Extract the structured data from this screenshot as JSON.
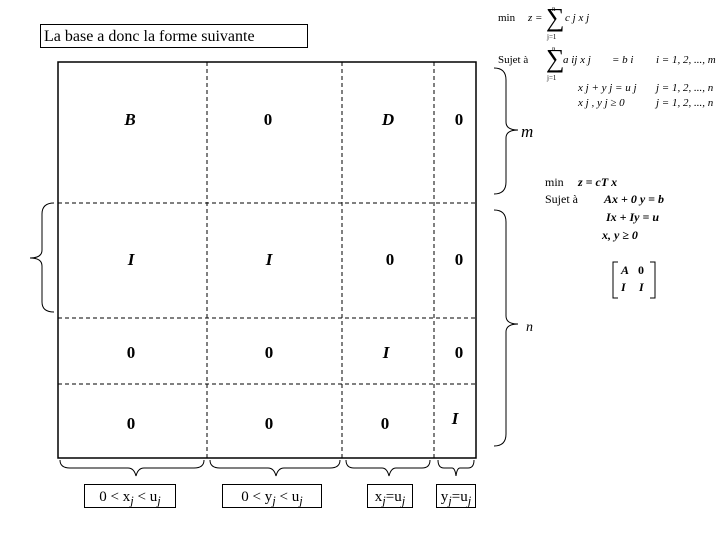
{
  "title": "La base a donc la forme suivante",
  "matrix": {
    "rows": [
      [
        "B",
        "0",
        "D",
        "0"
      ],
      [
        "I",
        "I",
        "0",
        "0"
      ],
      [
        "0",
        "0",
        "I",
        "0"
      ],
      [
        "0",
        "0",
        "0",
        "I"
      ]
    ]
  },
  "brace_labels": {
    "m": "m",
    "n": "n"
  },
  "bottom_labels": {
    "c1": {
      "pre": "0 < x",
      "sub1": "j",
      "mid": " < u",
      "sub2": "j"
    },
    "c2": {
      "pre": "0 < y",
      "sub1": "j",
      "mid": " < u",
      "sub2": "j"
    },
    "c3": {
      "pre": "x",
      "sub1": "j",
      "mid": "=u",
      "sub2": "j"
    },
    "c4": {
      "pre": "y",
      "sub1": "j",
      "mid": "=u",
      "sub2": "j"
    }
  },
  "formula_top": {
    "min": "min",
    "z_eq": "z =",
    "sum_symbol": "∑",
    "sum_upper": "n",
    "sum_lower": "j=1",
    "obj_term": "c j x j",
    "subject": "Sujet à",
    "c1_term": "a ij x j",
    "c1_rhs": "= b i",
    "c1_range": "i = 1, 2, ..., m",
    "c2_lhs": "x j + y j = u j",
    "c2_range": "j = 1, 2, ..., n",
    "c3_lhs": "x j , y j ≥ 0",
    "c3_range": "j = 1, 2, ..., n"
  },
  "formula_mid": {
    "min": "min",
    "obj": "z = cT x",
    "subject": "Sujet à",
    "l1": "Ax + 0 y = b",
    "l2": "Ix + Iy = u",
    "l3": "x, y ≥ 0"
  },
  "small_matrix": [
    [
      "A",
      "0"
    ],
    [
      "I",
      "I"
    ]
  ]
}
